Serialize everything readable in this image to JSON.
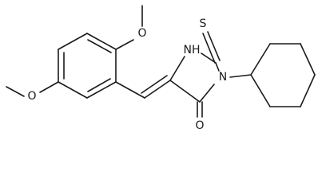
{
  "atoms": {
    "methoxy_top": "O",
    "methoxy_left": "O",
    "nh": "NH",
    "thione_s": "S",
    "ring_n": "N",
    "carbonyl_o": "O"
  }
}
